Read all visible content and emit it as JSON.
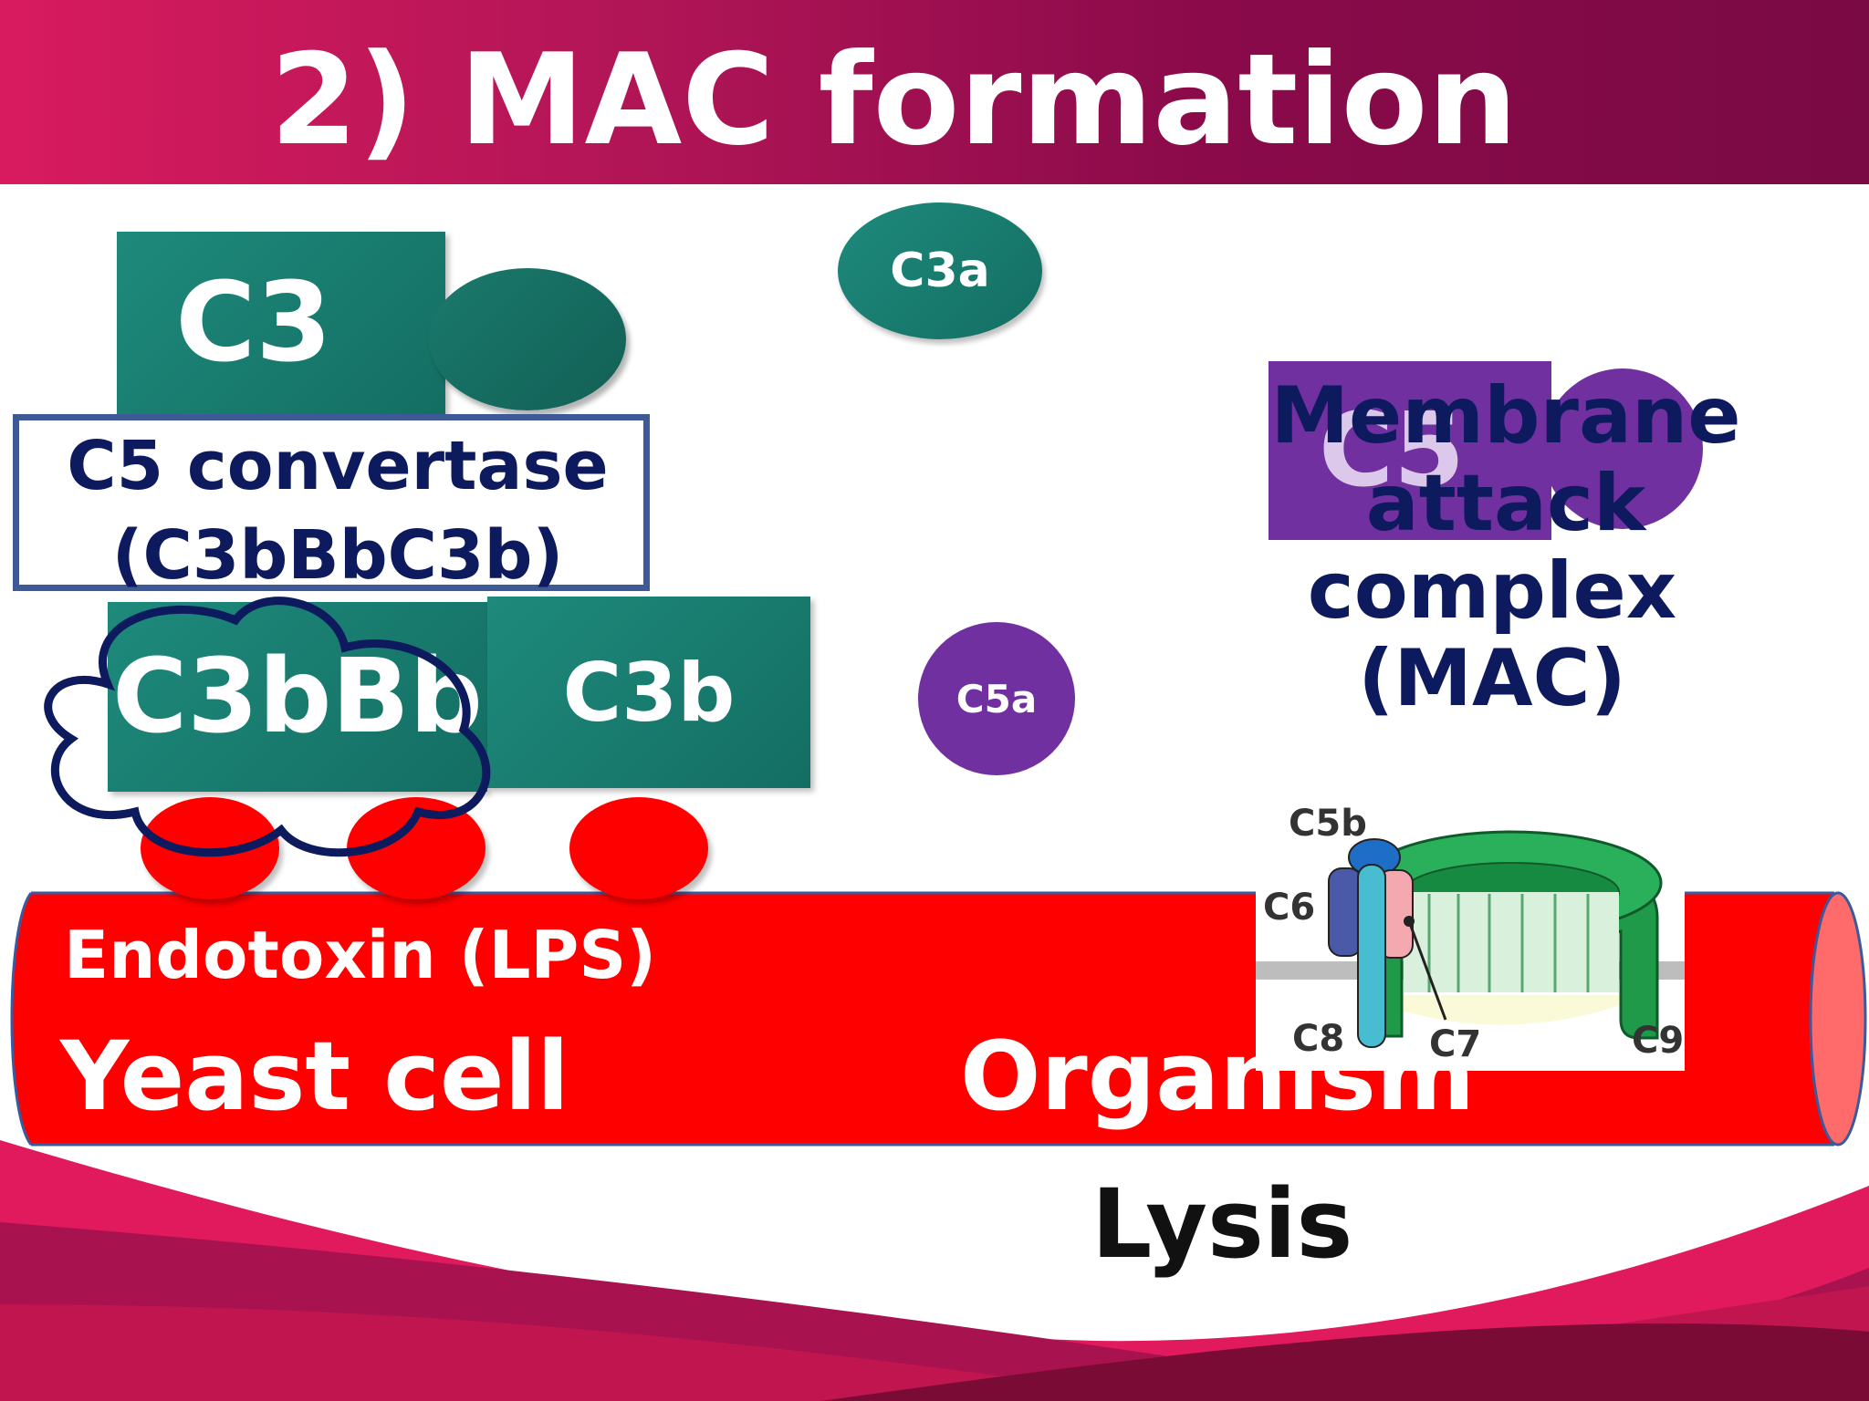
{
  "title": "2) MAC formation",
  "molecules": {
    "c3": "C3",
    "c3a": "C3a",
    "c5": "C5",
    "c5a": "C5a",
    "c3bbb": "C3bBb",
    "c3b": "C3b"
  },
  "convertase": {
    "line1": "C5 convertase",
    "line2": "(C3bBbC3b)"
  },
  "mac": {
    "line1": "Membrane attack",
    "line2": "complex",
    "line3": "(MAC)"
  },
  "cell": {
    "lps": "Endotoxin (LPS)",
    "yeast": "Yeast cell",
    "organism": "Organism"
  },
  "mac_labels": {
    "c5b": "C5b",
    "c6": "C6",
    "c7": "C7",
    "c8": "C8",
    "c9": "C9"
  },
  "lysis": "Lysis",
  "colors": {
    "header": "#a0104f",
    "teal": "#1a7f72",
    "purple": "#7030a0",
    "navy": "#0d1a5e",
    "red": "#ff0000"
  }
}
